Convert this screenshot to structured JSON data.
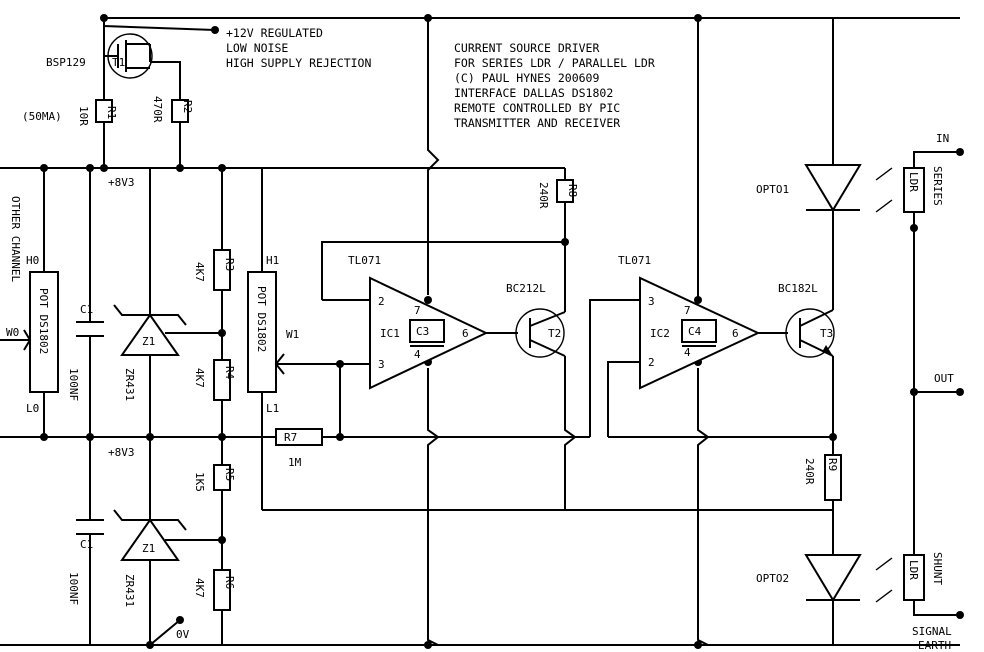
{
  "header": {
    "supply": "+12V REGULATED",
    "low_noise": "LOW NOISE",
    "rejection": "HIGH SUPPLY REJECTION"
  },
  "notes": [
    "CURRENT SOURCE DRIVER",
    "FOR SERIES LDR / PARALLEL LDR",
    "(C) PAUL HYNES 200609",
    "INTERFACE DALLAS DS1802",
    "REMOTE CONTROLLED BY PIC",
    "TRANSMITTER AND RECEIVER"
  ],
  "labels": {
    "bsp": "BSP129",
    "t1": "T1",
    "r1": "R1",
    "r1_val": "10R",
    "r2": "R2",
    "r2_val": "470R",
    "current": "(50MA)",
    "other_channel": "OTHER CHANNEL",
    "rail_top": "+8V3",
    "rail_bottom": "+8V3",
    "h0": "H0",
    "l0": "L0",
    "w0": "W0",
    "pot0": "POT DS1802",
    "c1_top": "C1",
    "c1_top_val": "100NF",
    "c1_bot": "C1",
    "c1_bot_val": "100NF",
    "z1_top": "Z1",
    "z1_top_type": "ZR431",
    "z1_bot": "Z1",
    "z1_bot_type": "ZR431",
    "r3": "R3",
    "r3_val": "4K7",
    "r4": "R4",
    "r4_val": "4K7",
    "r5": "R5",
    "r5_val": "1K5",
    "r6": "R6",
    "r6_val": "4K7",
    "zero_v": "0V",
    "h1": "H1",
    "l1": "L1",
    "w1": "W1",
    "pot1": "POT DS1802",
    "r7": "R7",
    "r7_val": "1M",
    "tl071_a": "TL071",
    "tl071_b": "TL071",
    "ic1": "IC1",
    "ic2": "IC2",
    "c3": "C3",
    "c4": "C4",
    "pin2": "2",
    "pin3": "3",
    "pin7": "7",
    "pin4": "4",
    "pin6": "6",
    "pin3b": "3",
    "pin2b": "2",
    "pin7b": "7",
    "pin4b": "4",
    "pin6b": "6",
    "bc212": "BC212L",
    "t2": "T2",
    "r8": "R8",
    "r8_val": "240R",
    "bc182": "BC182L",
    "t3": "T3",
    "r9": "R9",
    "r9_val": "240R",
    "opto1": "OPTO1",
    "opto2": "OPTO2",
    "ldr1": "LDR",
    "ldr2": "LDR",
    "series": "SERIES",
    "shunt": "SHUNT",
    "in": "IN",
    "out": "OUT",
    "signal": "SIGNAL",
    "earth": "EARTH"
  }
}
